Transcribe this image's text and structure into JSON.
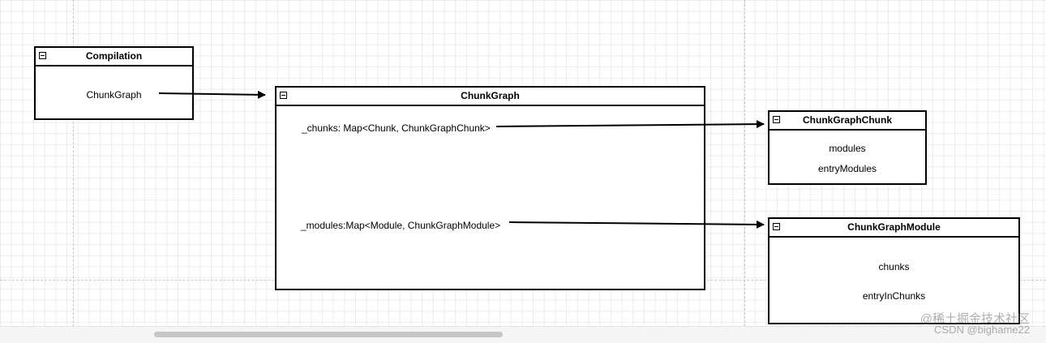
{
  "diagram": {
    "classes": {
      "compilation": {
        "title": "Compilation",
        "fields": [
          "ChunkGraph"
        ]
      },
      "chunk_graph": {
        "title": "ChunkGraph",
        "fields": [
          "_chunks: Map<Chunk, ChunkGraphChunk>",
          "_modules:Map<Module, ChunkGraphModule>"
        ]
      },
      "chunk_graph_chunk": {
        "title": "ChunkGraphChunk",
        "fields": [
          "modules",
          "entryModules"
        ]
      },
      "chunk_graph_module": {
        "title": "ChunkGraphModule",
        "fields": [
          "chunks",
          "entryInChunks"
        ]
      }
    },
    "edges": [
      {
        "from": "Compilation.ChunkGraph",
        "to": "ChunkGraph"
      },
      {
        "from": "ChunkGraph._chunks",
        "to": "ChunkGraphChunk"
      },
      {
        "from": "ChunkGraph._modules",
        "to": "ChunkGraphModule"
      }
    ]
  },
  "watermark": {
    "line1": "@稀土掘金技术社区",
    "line2": "CSDN @bighame22"
  }
}
